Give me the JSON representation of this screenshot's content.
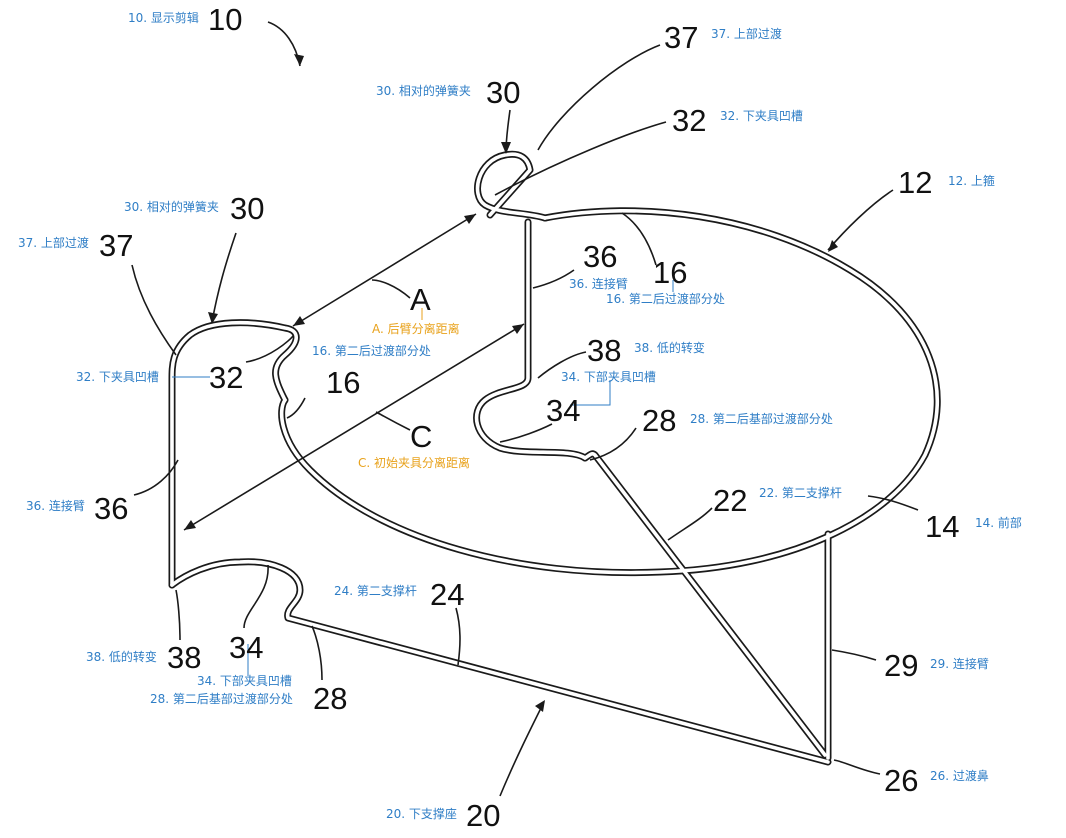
{
  "labels": {
    "l10": {
      "num": "10",
      "caption": "10. 显示剪辑"
    },
    "l37r": {
      "num": "37",
      "caption": "37. 上部过渡"
    },
    "l30t": {
      "num": "30",
      "caption": "30. 相对的弹簧夹"
    },
    "l32t": {
      "num": "32",
      "caption": "32. 下夹具凹槽"
    },
    "l12": {
      "num": "12",
      "caption": "12. 上箍"
    },
    "l30l": {
      "num": "30",
      "caption": "30. 相对的弹簧夹"
    },
    "l37l": {
      "num": "37",
      "caption": "37. 上部过渡"
    },
    "l36m": {
      "num": "36",
      "caption": "36. 连接臂"
    },
    "l16r": {
      "num": "16",
      "caption": "16. 第二后过渡部分处"
    },
    "lA": {
      "num": "A",
      "caption": "A. 后臂分离距离"
    },
    "l16l": {
      "num": "16",
      "caption": "16. 第二后过渡部分处"
    },
    "l38m": {
      "num": "38",
      "caption": "38. 低的转变"
    },
    "l32l": {
      "num": "32",
      "caption": "32. 下夹具凹槽"
    },
    "l34m": {
      "num": "34",
      "caption": "34. 下部夹具凹槽"
    },
    "l28m": {
      "num": "28",
      "caption": "28. 第二后基部过渡部分处"
    },
    "lC": {
      "num": "C",
      "caption": "C. 初始夹具分离距离"
    },
    "l22": {
      "num": "22",
      "caption": "22. 第二支撑杆"
    },
    "l36l": {
      "num": "36",
      "caption": "36. 连接臂"
    },
    "l14": {
      "num": "14",
      "caption": "14. 前部"
    },
    "l24": {
      "num": "24",
      "caption": "24. 第二支撑杆"
    },
    "l38l": {
      "num": "38",
      "caption": "38. 低的转变"
    },
    "l34l": {
      "num": "34",
      "caption": "34. 下部夹具凹槽"
    },
    "l29": {
      "num": "29",
      "caption": "29. 连接臂"
    },
    "l28l": {
      "num": "28",
      "caption": "28. 第二后基部过渡部分处"
    },
    "l26": {
      "num": "26",
      "caption": "26. 过渡鼻"
    },
    "l20": {
      "num": "20",
      "caption": "20. 下支撑座"
    }
  },
  "colors": {
    "caption": "#2f7ec6",
    "dimension_caption": "#e8a21c",
    "wire": "#1a1a1a"
  }
}
